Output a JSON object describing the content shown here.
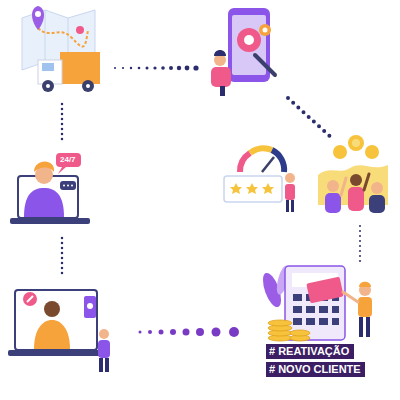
{
  "diagram": {
    "nodes": [
      {
        "text": [
          "24/7"
        ]
      },
      {
        "text": [
          "# REATIVAÇÃO"
        ]
      },
      {
        "text": [
          "# NOVO CLIENTE"
        ]
      }
    ]
  }
}
